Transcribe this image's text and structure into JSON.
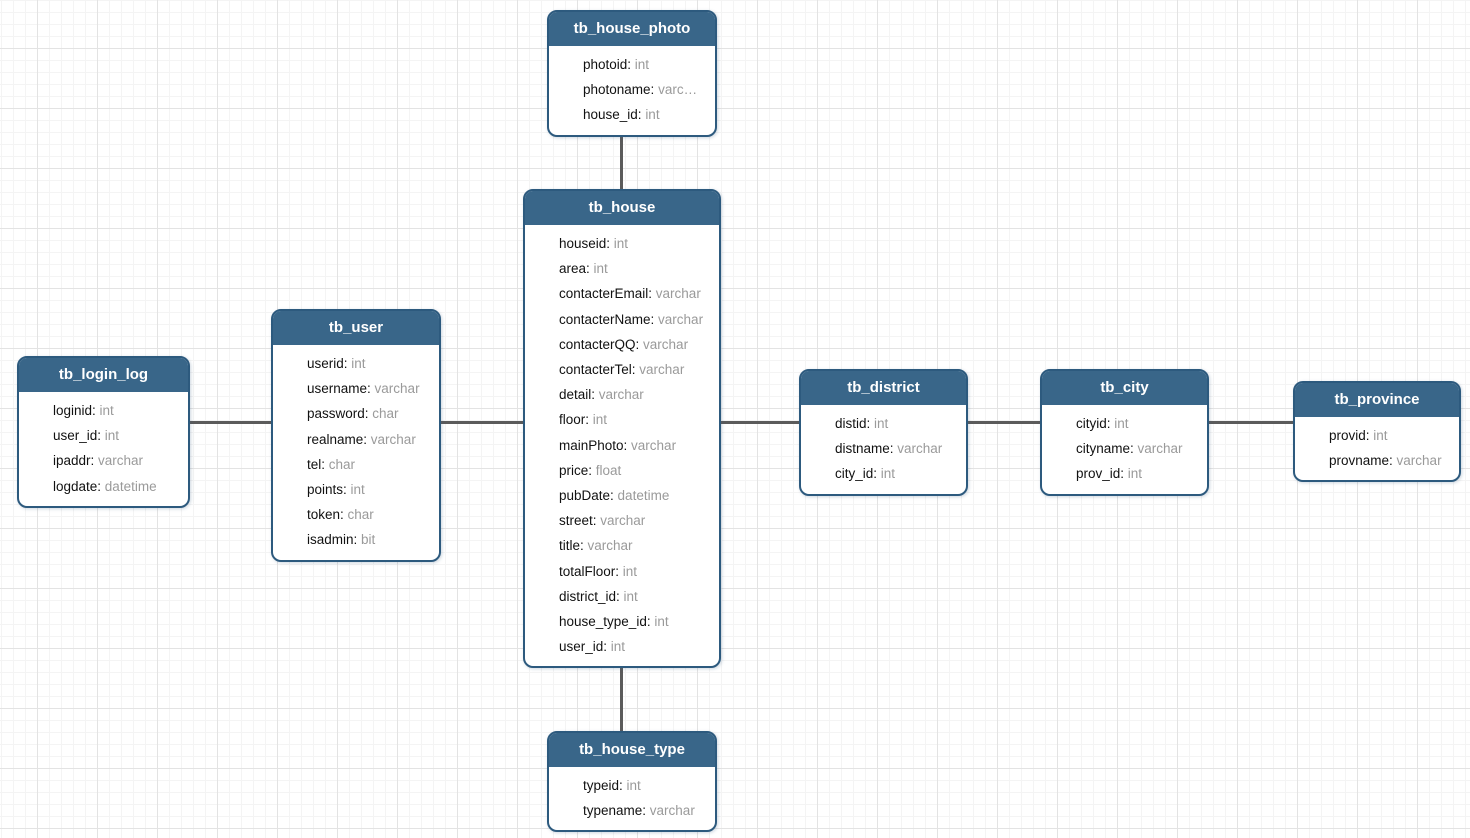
{
  "diagram": {
    "entities": [
      {
        "id": "tb_house_photo",
        "title": "tb_house_photo",
        "fields": [
          {
            "name": "photoid",
            "type": "int"
          },
          {
            "name": "photoname",
            "type": "varc…"
          },
          {
            "name": "house_id",
            "type": "int"
          }
        ]
      },
      {
        "id": "tb_house",
        "title": "tb_house",
        "fields": [
          {
            "name": "houseid",
            "type": "int"
          },
          {
            "name": "area",
            "type": "int"
          },
          {
            "name": "contacterEmail",
            "type": "varchar"
          },
          {
            "name": "contacterName",
            "type": "varchar"
          },
          {
            "name": "contacterQQ",
            "type": "varchar"
          },
          {
            "name": "contacterTel",
            "type": "varchar"
          },
          {
            "name": "detail",
            "type": "varchar"
          },
          {
            "name": "floor",
            "type": "int"
          },
          {
            "name": "mainPhoto",
            "type": "varchar"
          },
          {
            "name": "price",
            "type": "float"
          },
          {
            "name": "pubDate",
            "type": "datetime"
          },
          {
            "name": "street",
            "type": "varchar"
          },
          {
            "name": "title",
            "type": "varchar"
          },
          {
            "name": "totalFloor",
            "type": "int"
          },
          {
            "name": "district_id",
            "type": "int"
          },
          {
            "name": "house_type_id",
            "type": "int"
          },
          {
            "name": "user_id",
            "type": "int"
          }
        ]
      },
      {
        "id": "tb_user",
        "title": "tb_user",
        "fields": [
          {
            "name": "userid",
            "type": "int"
          },
          {
            "name": "username",
            "type": "varchar"
          },
          {
            "name": "password",
            "type": "char"
          },
          {
            "name": "realname",
            "type": "varchar"
          },
          {
            "name": "tel",
            "type": "char"
          },
          {
            "name": "points",
            "type": "int"
          },
          {
            "name": "token",
            "type": "char"
          },
          {
            "name": "isadmin",
            "type": "bit"
          }
        ]
      },
      {
        "id": "tb_login_log",
        "title": "tb_login_log",
        "fields": [
          {
            "name": "loginid",
            "type": "int"
          },
          {
            "name": "user_id",
            "type": "int"
          },
          {
            "name": "ipaddr",
            "type": "varchar"
          },
          {
            "name": "logdate",
            "type": "datetime"
          }
        ]
      },
      {
        "id": "tb_district",
        "title": "tb_district",
        "fields": [
          {
            "name": "distid",
            "type": "int"
          },
          {
            "name": "distname",
            "type": "varchar"
          },
          {
            "name": "city_id",
            "type": "int"
          }
        ]
      },
      {
        "id": "tb_city",
        "title": "tb_city",
        "fields": [
          {
            "name": "cityid",
            "type": "int"
          },
          {
            "name": "cityname",
            "type": "varchar"
          },
          {
            "name": "prov_id",
            "type": "int"
          }
        ]
      },
      {
        "id": "tb_province",
        "title": "tb_province",
        "fields": [
          {
            "name": "provid",
            "type": "int"
          },
          {
            "name": "provname",
            "type": "varchar"
          }
        ]
      },
      {
        "id": "tb_house_type",
        "title": "tb_house_type",
        "fields": [
          {
            "name": "typeid",
            "type": "int"
          },
          {
            "name": "typename",
            "type": "varchar"
          }
        ]
      }
    ],
    "relationships": [
      {
        "from": "tb_house_photo",
        "to": "tb_house"
      },
      {
        "from": "tb_house",
        "to": "tb_house_type"
      },
      {
        "from": "tb_login_log",
        "to": "tb_user"
      },
      {
        "from": "tb_user",
        "to": "tb_house"
      },
      {
        "from": "tb_house",
        "to": "tb_district"
      },
      {
        "from": "tb_district",
        "to": "tb_city"
      },
      {
        "from": "tb_city",
        "to": "tb_province"
      }
    ],
    "colors": {
      "header_background": "#396689",
      "header_text": "#ffffff",
      "entity_border": "#2d5a7e",
      "field_name": "#111111",
      "field_type": "#9a9a9a",
      "connector": "#5b5b5b",
      "grid_minor": "#f4f4f4",
      "grid_major": "#e3e3e3",
      "canvas_background": "#ffffff"
    }
  }
}
